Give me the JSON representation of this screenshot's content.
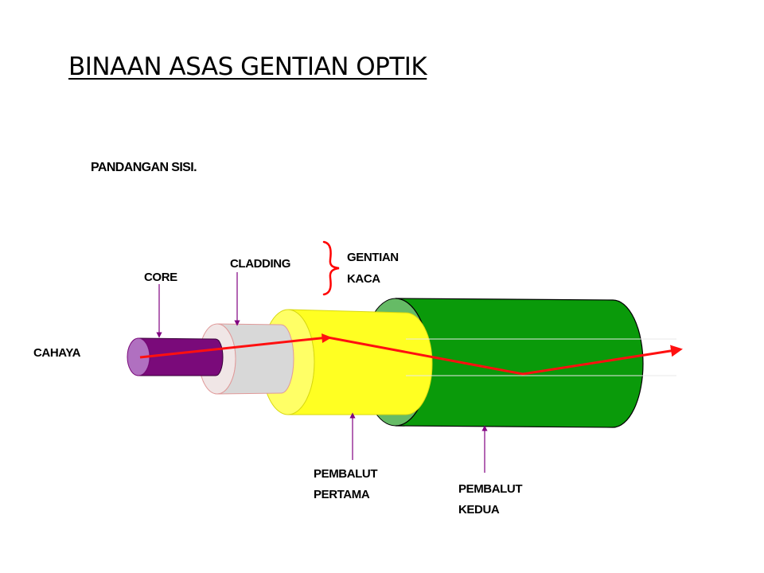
{
  "slide": {
    "title": "BINAAN ASAS GENTIAN OPTIK",
    "subtitle": "PANDANGAN SISI."
  },
  "diagram": {
    "labels": {
      "core": "CORE",
      "cladding": "CLADDING",
      "gentian_line1": "GENTIAN",
      "gentian_line2": "KACA",
      "cahaya": "CAHAYA",
      "pembalut_pertama_line1": "PEMBALUT",
      "pembalut_pertama_line2": "PERTAMA",
      "pembalut_kedua_line1": "PEMBALUT",
      "pembalut_kedua_line2": "KEDUA"
    },
    "layers": [
      {
        "name": "core",
        "color": "#7a0a7a",
        "end_color": "#b070c0"
      },
      {
        "name": "cladding",
        "color": "#d8d8d8",
        "end_color": "#f0e6e6"
      },
      {
        "name": "pembalut-pertama",
        "color": "#ffff22",
        "end_color": "#ffff66"
      },
      {
        "name": "pembalut-kedua",
        "color": "#0a9a0a",
        "end_color": "#66bb66"
      }
    ],
    "colors": {
      "light_ray": "#ff1010",
      "pointer": "#800080",
      "bracket": "#ff0000"
    }
  }
}
